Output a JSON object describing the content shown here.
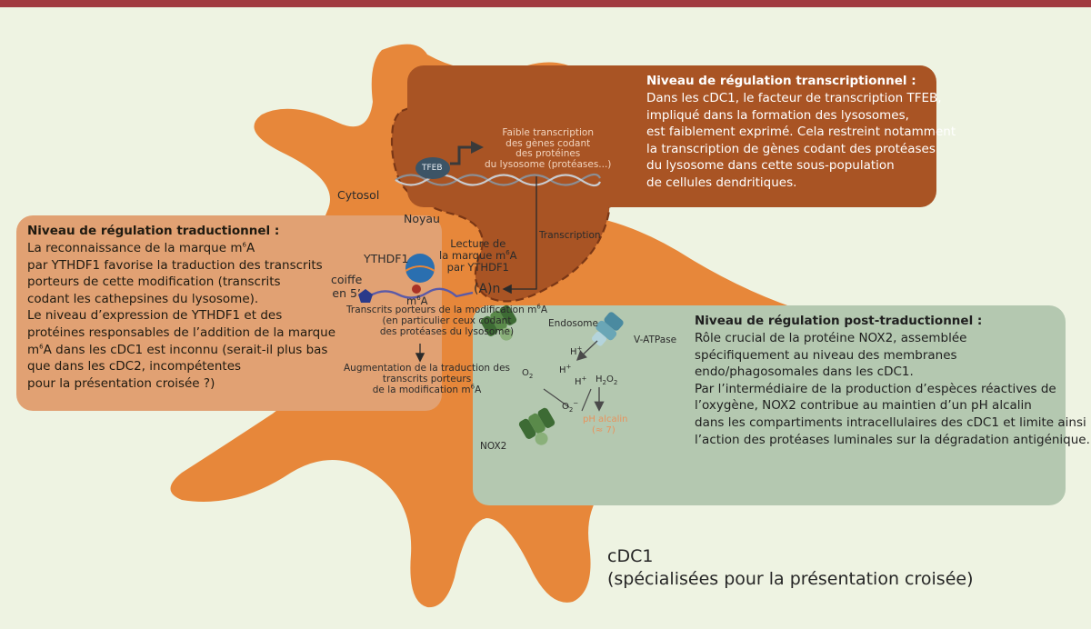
{
  "boxes": {
    "transcription": {
      "title": "Niveau de régulation transcriptionnel :",
      "lines": [
        "Dans les cDC1, le facteur de transcription TFEB,",
        "impliqué dans la formation des lysosomes,",
        "est faiblement exprimé. Cela restreint notamment",
        "la transcription de gènes codant des protéases",
        "du lysosome dans cette sous-population",
        "de cellules dendritiques."
      ]
    },
    "traduction": {
      "title": "Niveau de régulation traductionnel :",
      "line1_pre": "La reconnaissance de la marque m",
      "line1_sup": "6",
      "line1_post": "A",
      "lines_mid": [
        "par YTHDF1 favorise la traduction des transcrits",
        "porteurs de cette modification (transcrits",
        "codant les cathepsines du lysosome).",
        "Le niveau d’expression de YTHDF1 et des",
        "protéines responsables de l’addition de la marque"
      ],
      "line7_pre": "m",
      "line7_sup": "6",
      "line7_post": "A dans les cDC1 est inconnu (serait-il plus bas",
      "lines_end": [
        "que dans les cDC2, incompétentes",
        "pour la présentation croisée ?)"
      ]
    },
    "posttrad": {
      "title": "Niveau de régulation post-traductionnel :",
      "lines": [
        "Rôle crucial de la protéine NOX2, assemblée",
        "spécifiquement au niveau des membranes",
        "endo/phagosomales dans les cDC1.",
        "Par l’intermédiaire de la production d’espèces réactives de",
        "l’oxygène, NOX2 contribue au maintien d’un pH alcalin",
        "dans les compartiments intracellulaires des cDC1 et limite ainsi",
        "l’action des protéases luminales sur la dégradation antigénique."
      ]
    }
  },
  "labels": {
    "cytosol": "Cytosol",
    "noyau": "Noyau",
    "tfeb": "TFEB",
    "faible_transcription": [
      "Faible transcription",
      "des gènes codant",
      "des protéines",
      "du lysosome (protéases...)"
    ],
    "transcription": "Transcription",
    "ythdf1": "YTHDF1",
    "lecture_l1": "Lecture de",
    "lecture_l2_pre": "la marque m",
    "lecture_sup": "6",
    "lecture_l2_post": "A",
    "lecture_l3": "par YTHDF1",
    "coiffe_l1": "coiffe",
    "coiffe_l2": "en 5’",
    "m6a_pre": "m",
    "m6a_sup": "6",
    "m6a_post": "A",
    "poly_a": "(A)n",
    "transcrits_l1_pre": "Transcrits porteurs de la modification m",
    "transcrits_sup": "6",
    "transcrits_l1_post": "A",
    "transcrits_l2": "(en particulier ceux codant",
    "transcrits_l3": "des protéases du lysosome)",
    "augmentation_l1": "Augmentation de la traduction des",
    "augmentation_l2": "transcrits porteurs",
    "augmentation_l3_pre": "de la modification m",
    "augmentation_sup": "6",
    "augmentation_l3_post": "A",
    "endosome": "Endosome",
    "v_atpase": "V-ATPase",
    "nox2": "NOX2",
    "h_plus": "H",
    "plus": "+",
    "o2": "O",
    "two": "2",
    "o2_minus_sup": "−",
    "h2o2_h": "H",
    "h2o2_o": "O",
    "ph_alcalin": "pH alcalin",
    "ph_value": "(≈ 7)"
  },
  "caption": {
    "line1": "cDC1",
    "line2": "(spécialisées pour la présentation croisée)"
  },
  "colors": {
    "cell": "#e7873a",
    "nucleus": "#a95424",
    "box_transcription": "#a95424",
    "box_traduction": "#e1a173",
    "box_posttrad": "#b4c8b0",
    "endosome": "#d8e0c8",
    "nox2": "#3d6b34",
    "v_atpase": "#6aa6b6",
    "ythdf1": "#2a6fb0",
    "tfeb": "#3c5466",
    "top_bar": "#a13a40",
    "ph_text": "#e8935c"
  }
}
